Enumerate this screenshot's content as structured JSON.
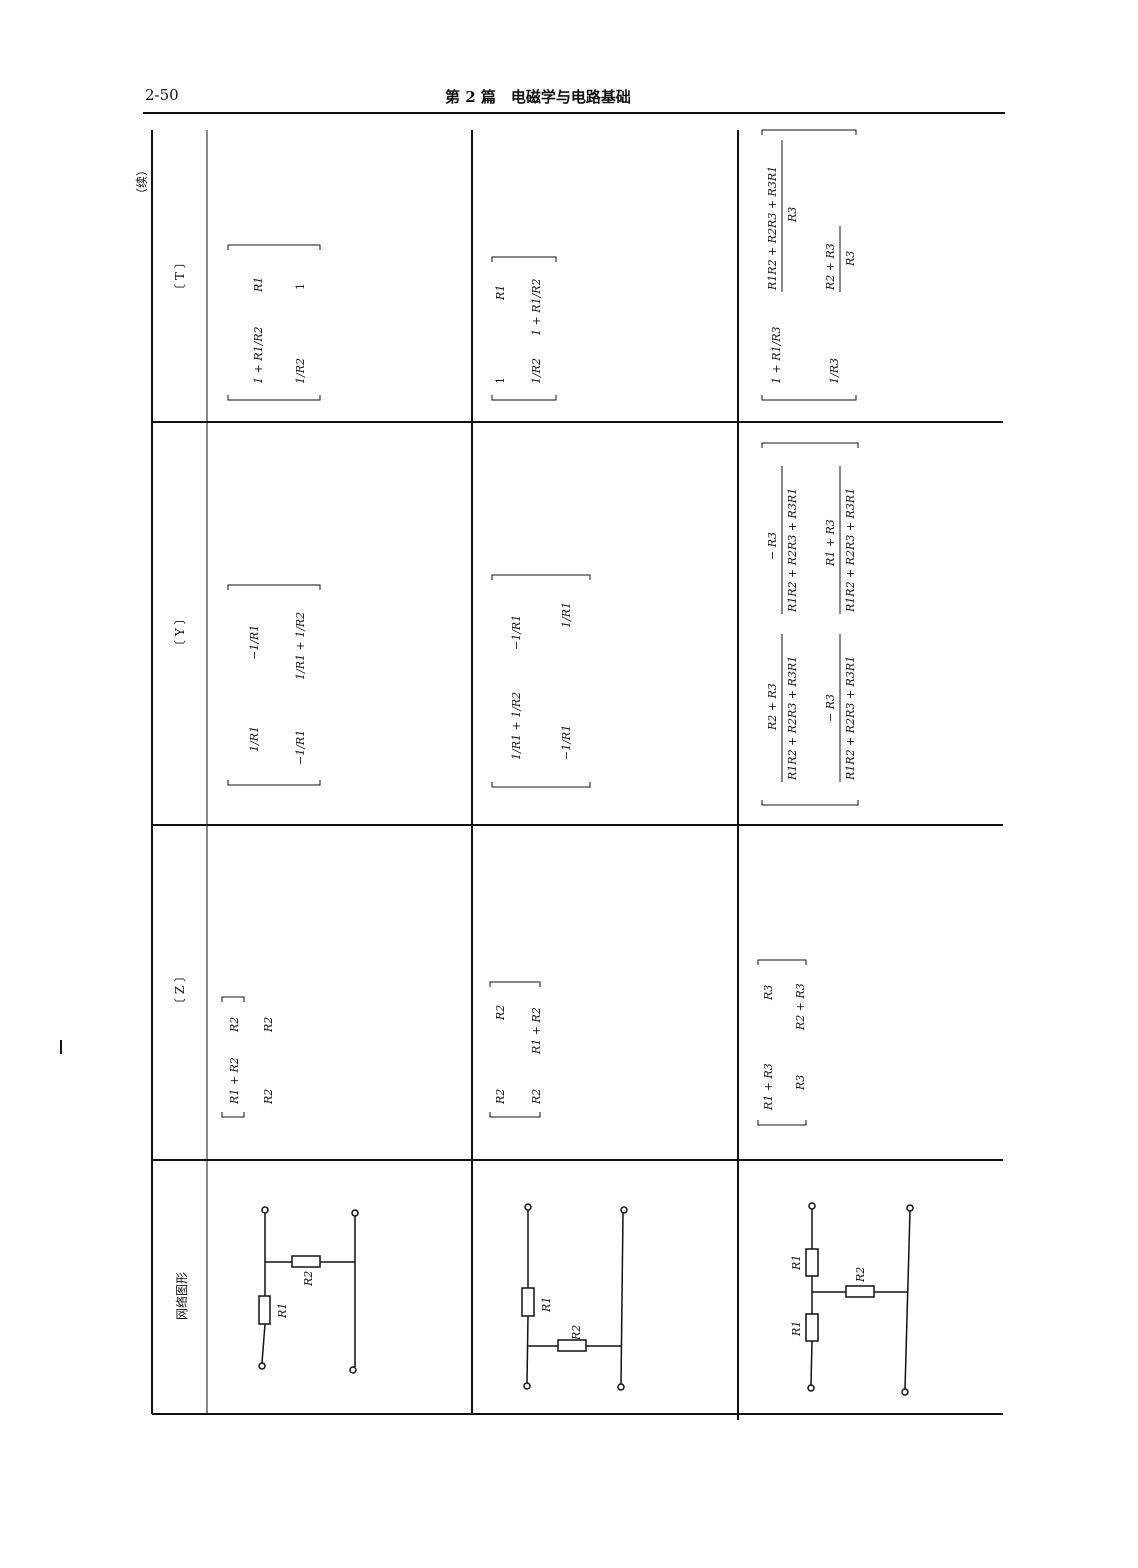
{
  "header": {
    "page_number": "2-50",
    "chapter": "第 2 篇　电磁学与电路基础"
  },
  "continued": "（续）",
  "columns": {
    "network": "网络图形",
    "z": "〔 Z 〕",
    "y": "〔 Y 〕",
    "t": "〔 T 〕"
  },
  "rows": [
    {
      "z": {
        "m11": "R1 + R2",
        "m12": "R2",
        "m21": "R2",
        "m22": "R2"
      },
      "y": {
        "m11": "1/R1",
        "m12": "−1/R1",
        "m21": "−1/R1",
        "m22": "1/R1 + 1/R2"
      },
      "t": {
        "m11": "1 + R1/R2",
        "m12": "R1",
        "m21": "1/R2",
        "m22": "1"
      },
      "figure": {
        "r1": "R1",
        "r2": "R2"
      }
    },
    {
      "z": {
        "m11": "R2",
        "m12": "R2",
        "m21": "R2",
        "m22": "R1 + R2"
      },
      "y": {
        "m11": "1/R1 + 1/R2",
        "m12": "−1/R1",
        "m21": "−1/R1",
        "m22": "1/R1"
      },
      "t": {
        "m11": "1",
        "m12": "R1",
        "m21": "1/R2",
        "m22": "1 + R1/R2"
      },
      "figure": {
        "r1": "R1",
        "r2": "R2"
      }
    },
    {
      "z": {
        "m11": "R1 + R3",
        "m12": "R3",
        "m21": "R3",
        "m22": "R2 + R3"
      },
      "y": {
        "m11_num": "R2 + R3",
        "m11_den": "R1R2 + R2R3 + R3R1",
        "m12_num": "− R3",
        "m12_den": "R1R2 + R2R3 + R3R1",
        "m21_num": "− R3",
        "m21_den": "R1R2 + R2R3 + R3R1",
        "m22_num": "R1 + R3",
        "m22_den": "R1R2 + R2R3 + R3R1"
      },
      "t": {
        "m11": "1 + R1/R3",
        "m12_num": "R1R2 + R2R3 + R3R1",
        "m12_den": "R3",
        "m21": "1/R3",
        "m22_num": "R2 + R3",
        "m22_den": "R3"
      },
      "figure": {
        "r1_top": "R1",
        "r1_bottom": "R1",
        "r2": "R2"
      }
    }
  ]
}
